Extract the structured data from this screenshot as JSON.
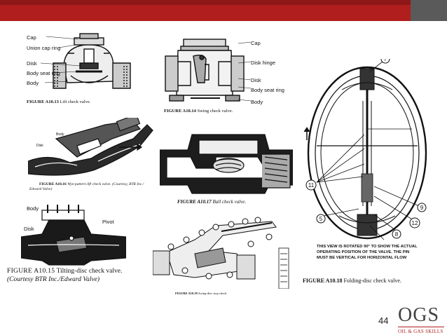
{
  "slide": {
    "page_number": "44",
    "logo_big": "OGS",
    "logo_small": "OIL & GAS SKILLS",
    "accent_color": "#b01e1e"
  },
  "figures": {
    "lift": {
      "caption_num": "FIGURE A10.13",
      "caption_text": "Lift check valve.",
      "labels": [
        "Cap",
        "Union cap ring",
        "Disk",
        "Body seat ring",
        "Body"
      ]
    },
    "swing": {
      "caption_num": "FIGURE A10.14",
      "caption_text": "Swing check valve.",
      "labels": [
        "Cap",
        "Disk hinge",
        "Disk",
        "Body seat ring",
        "Body"
      ]
    },
    "wye": {
      "caption_num": "FIGURE A10.16",
      "caption_text": "Wye-pattern lift check valve. (Courtesy, BTR Inc./",
      "caption_text2": "Edward Valve)",
      "labels": [
        "Body",
        "Disk"
      ]
    },
    "ball": {
      "caption_num": "FIGURE A10.17",
      "caption_text": "Ball check valve."
    },
    "tilting": {
      "caption_num": "FIGURE A10.15",
      "caption_text": "Tilting-disc check valve.",
      "caption_text2": "(Courtesy BTR Inc./Edward Valve)",
      "labels": [
        "Body",
        "Pivot",
        "Disk"
      ]
    },
    "swingstop": {
      "caption_num": "FIGURE A10.18",
      "caption_text": "Swing-disc stop check."
    },
    "folding": {
      "caption_num": "FIGURE A10.18",
      "caption_text": "Folding-disc check valve.",
      "note": [
        "THIS VIEW IS ROTATED 90° TO SHOW THE ACTUAL",
        "OPERATING POSITION OF THE VALVE. THE PIN",
        "MUST BE VERTICAL FOR HORIZONTAL FLOW"
      ],
      "callouts": [
        "7",
        "11",
        "5",
        "9",
        "12",
        "8"
      ]
    }
  }
}
